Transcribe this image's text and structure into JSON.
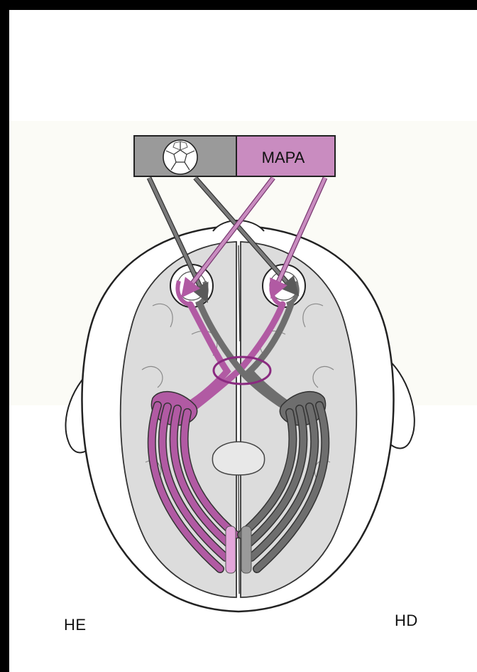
{
  "stimulus_box": {
    "left_panel_icon": "soccer-ball-icon",
    "right_panel_text": "MAPA"
  },
  "hemispheres": {
    "left_label": "HE",
    "right_label": "HD"
  },
  "colors": {
    "left_visual_path": "#6e6e6e",
    "right_visual_path": "#b15aa3",
    "stimulus_left_panel": "#9a9a9a",
    "stimulus_right_panel": "#c98cc0",
    "brain_fill": "#dcdcdc",
    "chiasm_ring": "#8a2a80",
    "outline": "#222222"
  }
}
